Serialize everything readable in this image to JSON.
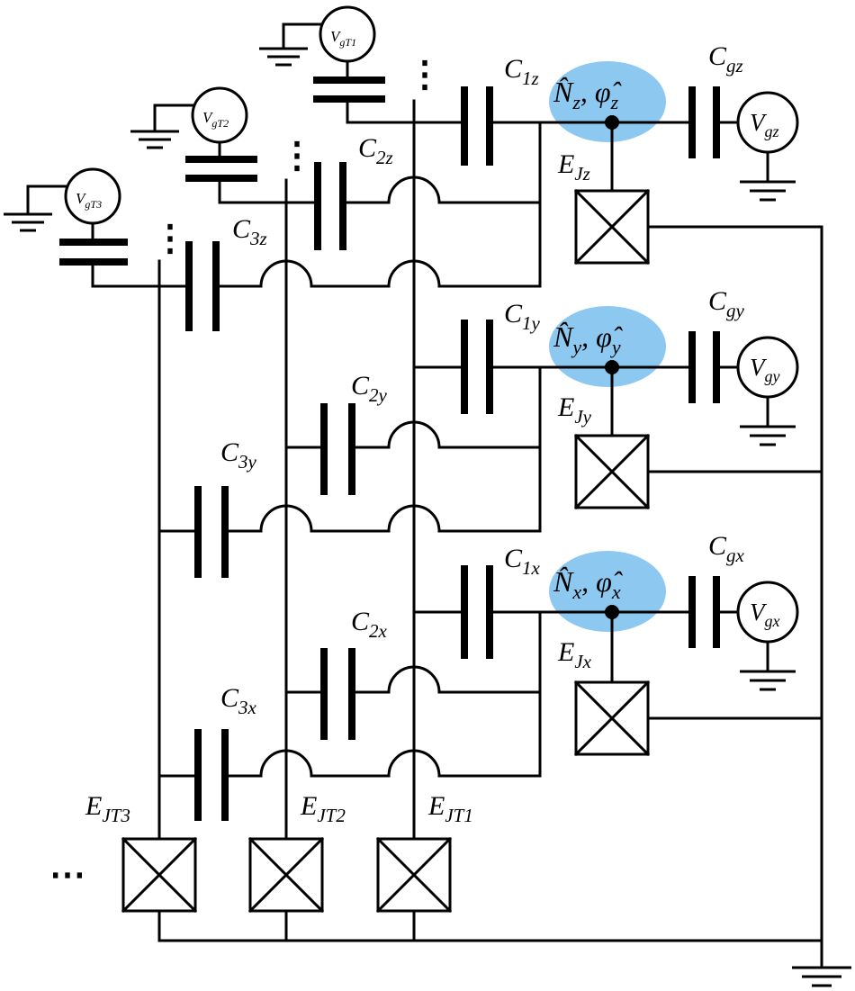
{
  "diagram": {
    "node_fill": "#8dc8f0",
    "wire_color": "#000000",
    "ellipsis": "⋯",
    "vdots": "⋮",
    "qubits": [
      {
        "id": "z",
        "coupling_top": "C",
        "coupling_top_sub": "1z",
        "gate_cap": "C",
        "gate_cap_sub": "gz",
        "gate_src": "V",
        "gate_src_sub": "gz",
        "junction": "E",
        "junction_sub": "Jz",
        "op_N": "N̂",
        "op_N_sub": "z",
        "op_phi": "φ̂",
        "op_phi_sub": "z"
      },
      {
        "id": "y",
        "coupling_top": "C",
        "coupling_top_sub": "1y",
        "gate_cap": "C",
        "gate_cap_sub": "gy",
        "gate_src": "V",
        "gate_src_sub": "gy",
        "junction": "E",
        "junction_sub": "Jy",
        "op_N": "N̂",
        "op_N_sub": "y",
        "op_phi": "φ̂",
        "op_phi_sub": "y"
      },
      {
        "id": "x",
        "coupling_top": "C",
        "coupling_top_sub": "1x",
        "gate_cap": "C",
        "gate_cap_sub": "gx",
        "gate_src": "V",
        "gate_src_sub": "gx",
        "junction": "E",
        "junction_sub": "Jx",
        "op_N": "N̂",
        "op_N_sub": "x",
        "op_phi": "φ̂",
        "op_phi_sub": "x"
      }
    ],
    "couplers": [
      {
        "label": "C",
        "sub": "2z"
      },
      {
        "label": "C",
        "sub": "3z"
      },
      {
        "label": "C",
        "sub": "2y"
      },
      {
        "label": "C",
        "sub": "3y"
      },
      {
        "label": "C",
        "sub": "2x"
      },
      {
        "label": "C",
        "sub": "3x"
      }
    ],
    "transmons": [
      {
        "src": "V",
        "src_sub": "gT1",
        "junction": "E",
        "junction_sub": "JT1"
      },
      {
        "src": "V",
        "src_sub": "gT2",
        "junction": "E",
        "junction_sub": "JT2"
      },
      {
        "src": "V",
        "src_sub": "gT3",
        "junction": "E",
        "junction_sub": "JT3"
      }
    ]
  }
}
